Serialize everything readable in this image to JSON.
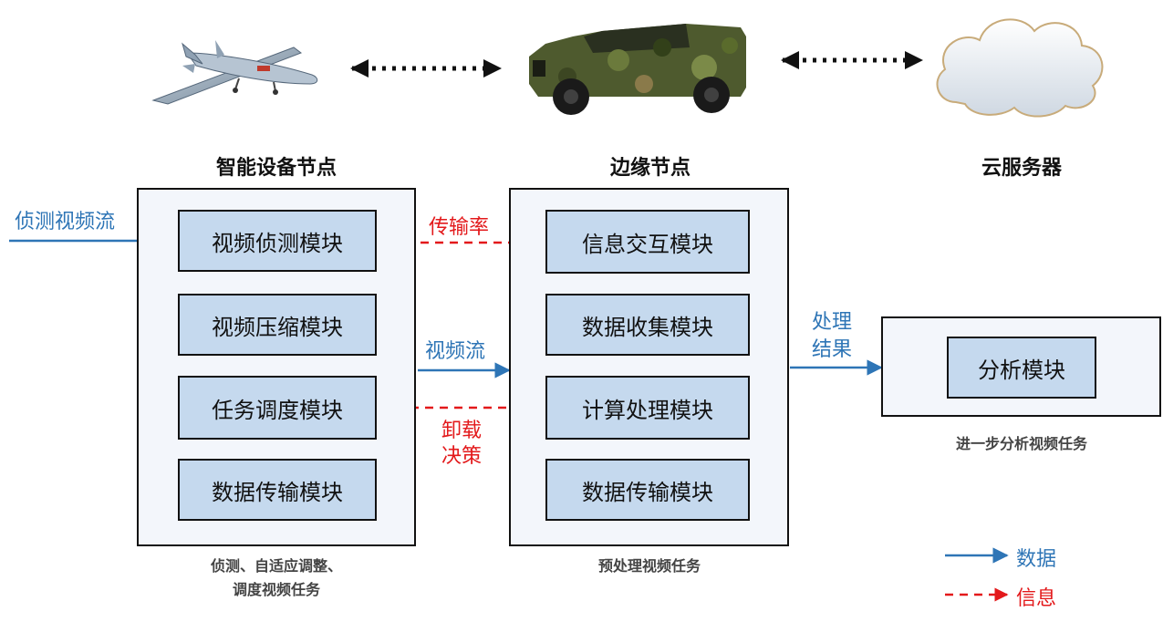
{
  "columns": {
    "device": {
      "title": "智能设备节点",
      "caption_line1": "侦测、自适应调整、",
      "caption_line2": "调度视频任务"
    },
    "edge": {
      "title": "边缘节点",
      "caption": "预处理视频任务"
    },
    "cloud": {
      "title": "云服务器",
      "caption": "进一步分析视频任务"
    }
  },
  "device_modules": [
    "视频侦测模块",
    "视频压缩模块",
    "任务调度模块",
    "数据传输模块"
  ],
  "edge_modules": [
    "信息交互模块",
    "数据收集模块",
    "计算处理模块",
    "数据传输模块"
  ],
  "cloud_module": "分析模块",
  "flow_labels": {
    "input_stream": "侦测视频流",
    "transmission_rate": "传输率",
    "video_stream": "视频流",
    "offload_line1": "卸载",
    "offload_line2": "决策",
    "result_line1": "处理",
    "result_line2": "结果"
  },
  "legend": {
    "data": "数据",
    "info": "信息"
  },
  "icons": [
    "drone-icon",
    "military-vehicle-icon",
    "cloud-icon"
  ],
  "colors": {
    "data_blue": "#2e75b6",
    "info_red": "#e3191b",
    "module_fill": "#c5d9ee",
    "container_fill": "#f3f6fb",
    "stroke": "#111111"
  }
}
